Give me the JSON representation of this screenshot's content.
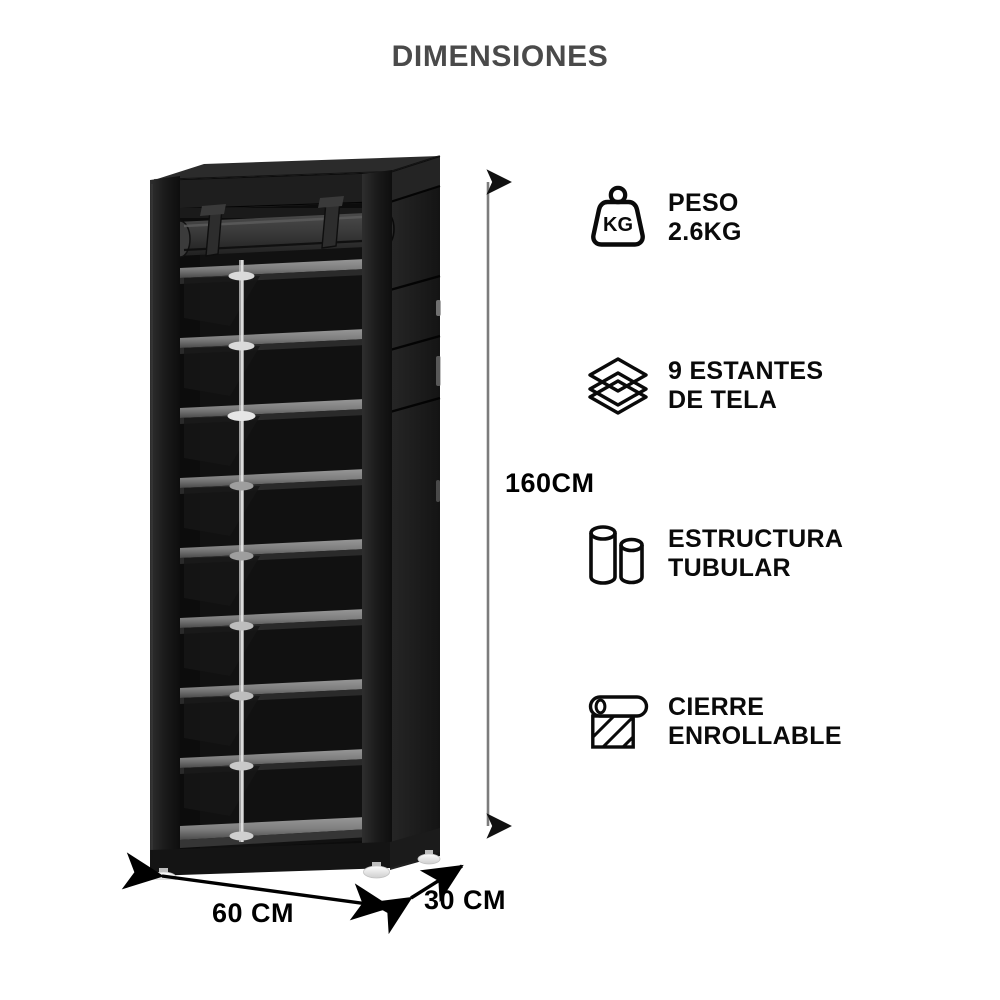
{
  "page": {
    "title": "DIMENSIONES",
    "background_color": "#ffffff",
    "title_color": "#4a4a4a"
  },
  "product": {
    "name": "shoe-rack-illustration",
    "alt": "Zapatero de tela negro de 9 estantes con cierre enrollable",
    "body_color": "#1c1c1c",
    "frame_color": "#262626",
    "shelf_color": "#8a8a8a",
    "foot_color": "#e6e6e6",
    "shelf_count": 9
  },
  "dimensions": {
    "height": {
      "label": "160CM",
      "orientation": "vertical",
      "arrow": "double-headed"
    },
    "width": {
      "label": "60 CM",
      "orientation": "horizontal",
      "arrow": "double-headed"
    },
    "depth": {
      "label": "30 CM",
      "orientation": "diagonal",
      "arrow": "double-headed"
    }
  },
  "features": [
    {
      "icon": "weight-kg-icon",
      "icon_text": "KG",
      "lines": [
        "PESO",
        "2.6KG"
      ]
    },
    {
      "icon": "layers-icon",
      "lines": [
        "9 ESTANTES",
        "DE TELA"
      ]
    },
    {
      "icon": "tubes-icon",
      "lines": [
        "ESTRUCTURA",
        "TUBULAR"
      ]
    },
    {
      "icon": "roll-up-cover-icon",
      "lines": [
        "CIERRE",
        "ENROLLABLE"
      ]
    }
  ]
}
